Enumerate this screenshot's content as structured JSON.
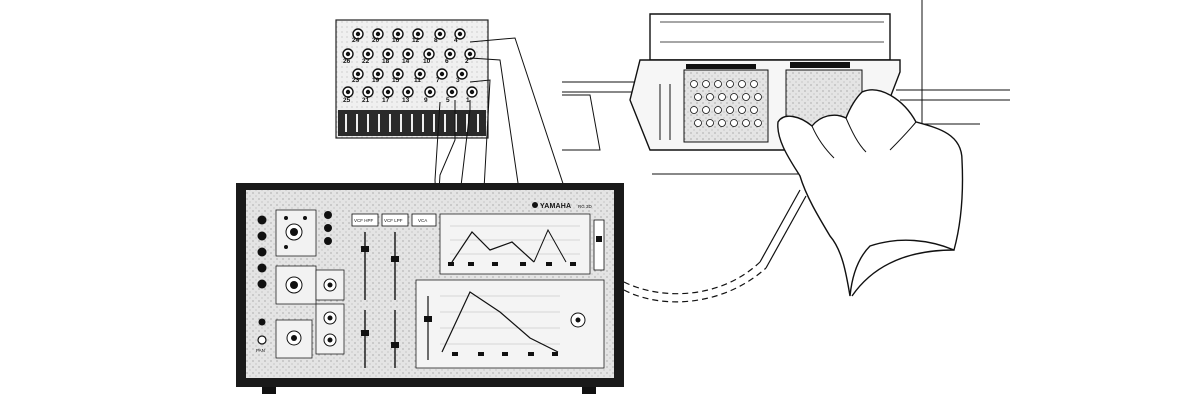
{
  "illustration": {
    "connector_board": {
      "jack_numbers_row1": [
        "24",
        "20",
        "16",
        "12",
        "8",
        "4"
      ],
      "jack_numbers_row2": [
        "26",
        "22",
        "18",
        "14",
        "10",
        "6",
        "2"
      ],
      "jack_numbers_row3": [
        "23",
        "19",
        "15",
        "11",
        "7",
        "3"
      ],
      "jack_numbers_row4": [
        "25",
        "21",
        "17",
        "13",
        "9",
        "5",
        "1"
      ]
    },
    "main_unit": {
      "brand": "YAMAHA",
      "model": "RG 3D",
      "module_labels": [
        "VCF HPF",
        "VCF LPF",
        "VCA"
      ],
      "bottom_left_label": "PAN"
    },
    "colors": {
      "ink": "#111111",
      "paper": "#ffffff",
      "panel_gray": "#d9d9d9",
      "frame_black": "#1a1a1a"
    }
  }
}
